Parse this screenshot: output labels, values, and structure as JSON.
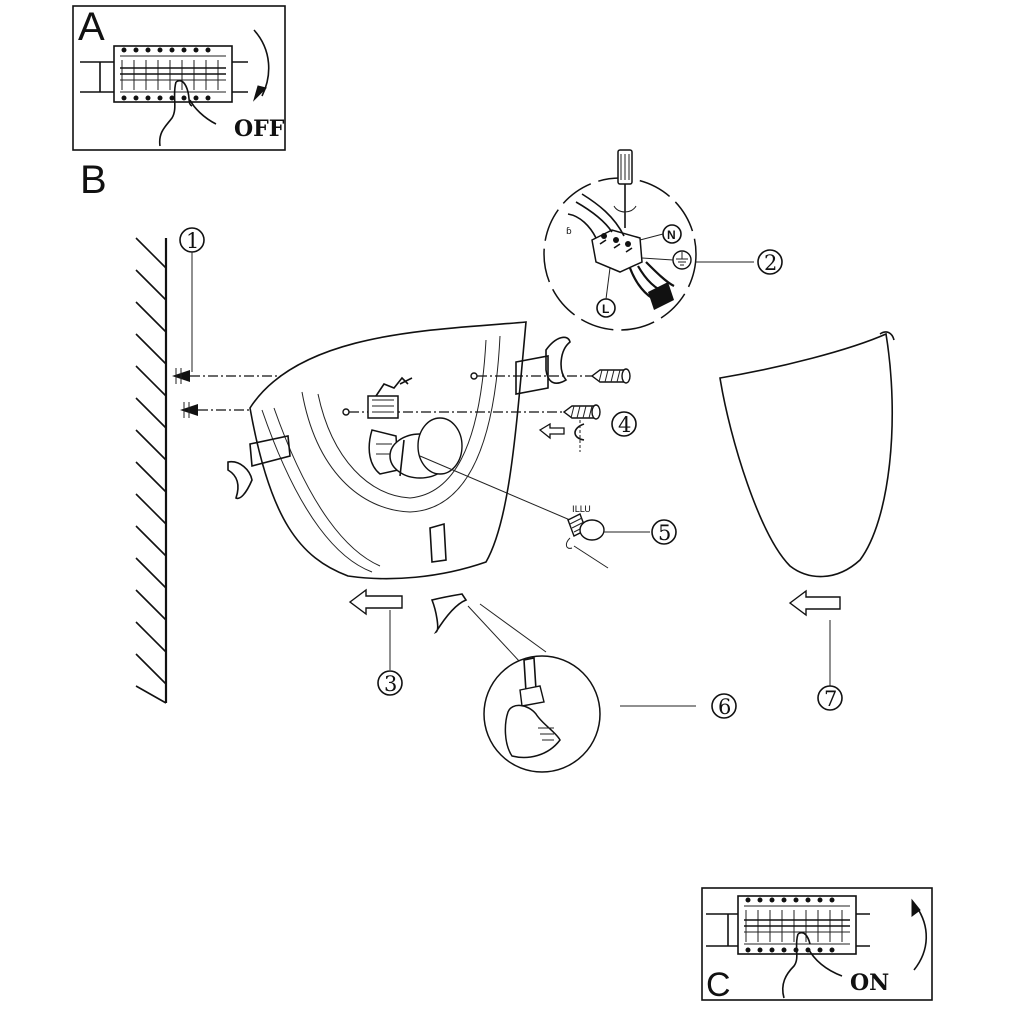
{
  "panels": {
    "a": {
      "letter": "A",
      "state": "OFF"
    },
    "b": {
      "letter": "B"
    },
    "c": {
      "letter": "C",
      "state": "ON"
    }
  },
  "callouts": {
    "c1": "1",
    "c2": "2",
    "c3": "3",
    "c4": "4",
    "c5": "5",
    "c6": "6",
    "c7": "7"
  },
  "terminals": {
    "neutral": "N",
    "live": "L"
  },
  "bulb_mark": "ILLU"
}
